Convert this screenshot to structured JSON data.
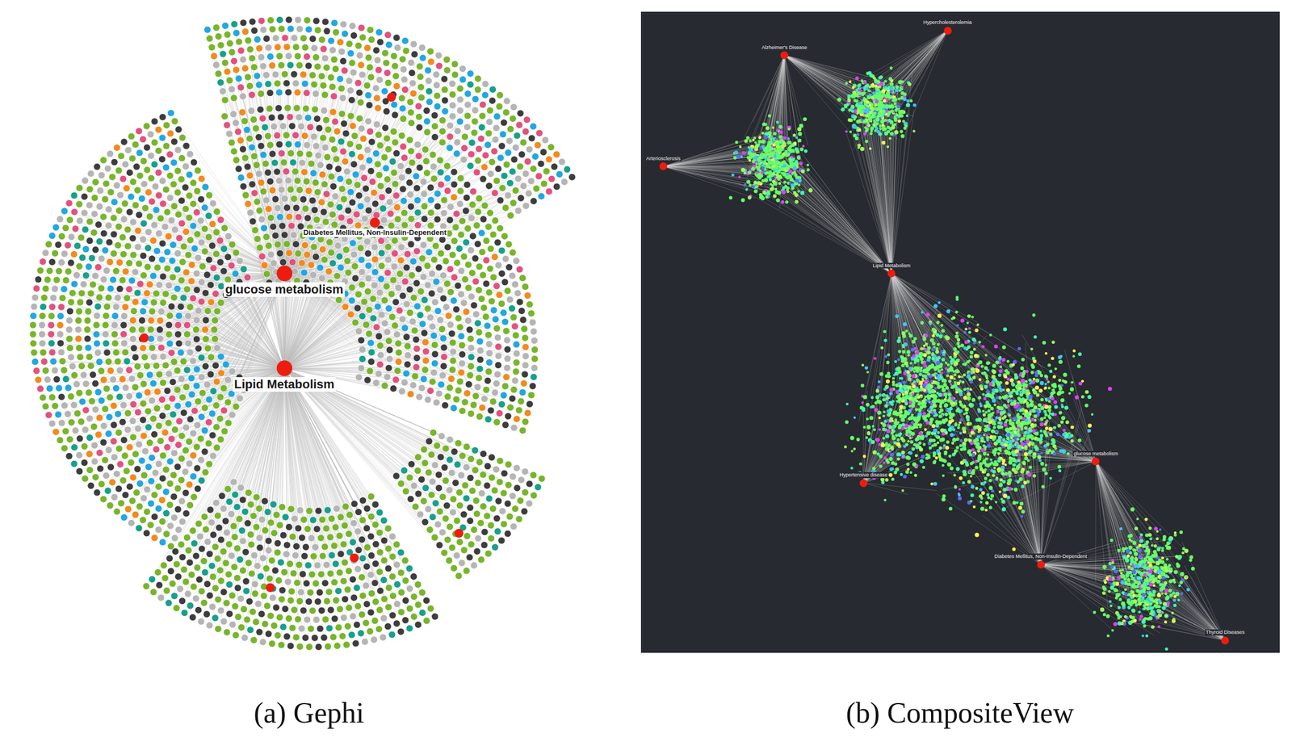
{
  "diagram": {
    "nodes": [
      {
        "text": [
          "glucose metabolism"
        ]
      },
      {
        "text": [
          "Lipid Metabolism"
        ]
      },
      {
        "text": [
          "Diabetes Mellitus, Non-Insulin-Dependent"
        ]
      },
      {
        "text": [
          "Alzheimer's Disease"
        ]
      },
      {
        "text": [
          "Hypercholesterolemia"
        ]
      },
      {
        "text": [
          "Arteriosclerosis"
        ]
      },
      {
        "text": [
          "Lipid Metabolism"
        ]
      },
      {
        "text": [
          "Hypertensive disease"
        ]
      },
      {
        "text": [
          "glucose metabolism"
        ]
      },
      {
        "text": [
          "Diabetes Mellitus, Non-Insulin-Dependent"
        ]
      },
      {
        "text": [
          "Thyroid Diseases"
        ]
      }
    ],
    "labels": [
      "(a) Gephi",
      "(b) CompositeView"
    ]
  }
}
